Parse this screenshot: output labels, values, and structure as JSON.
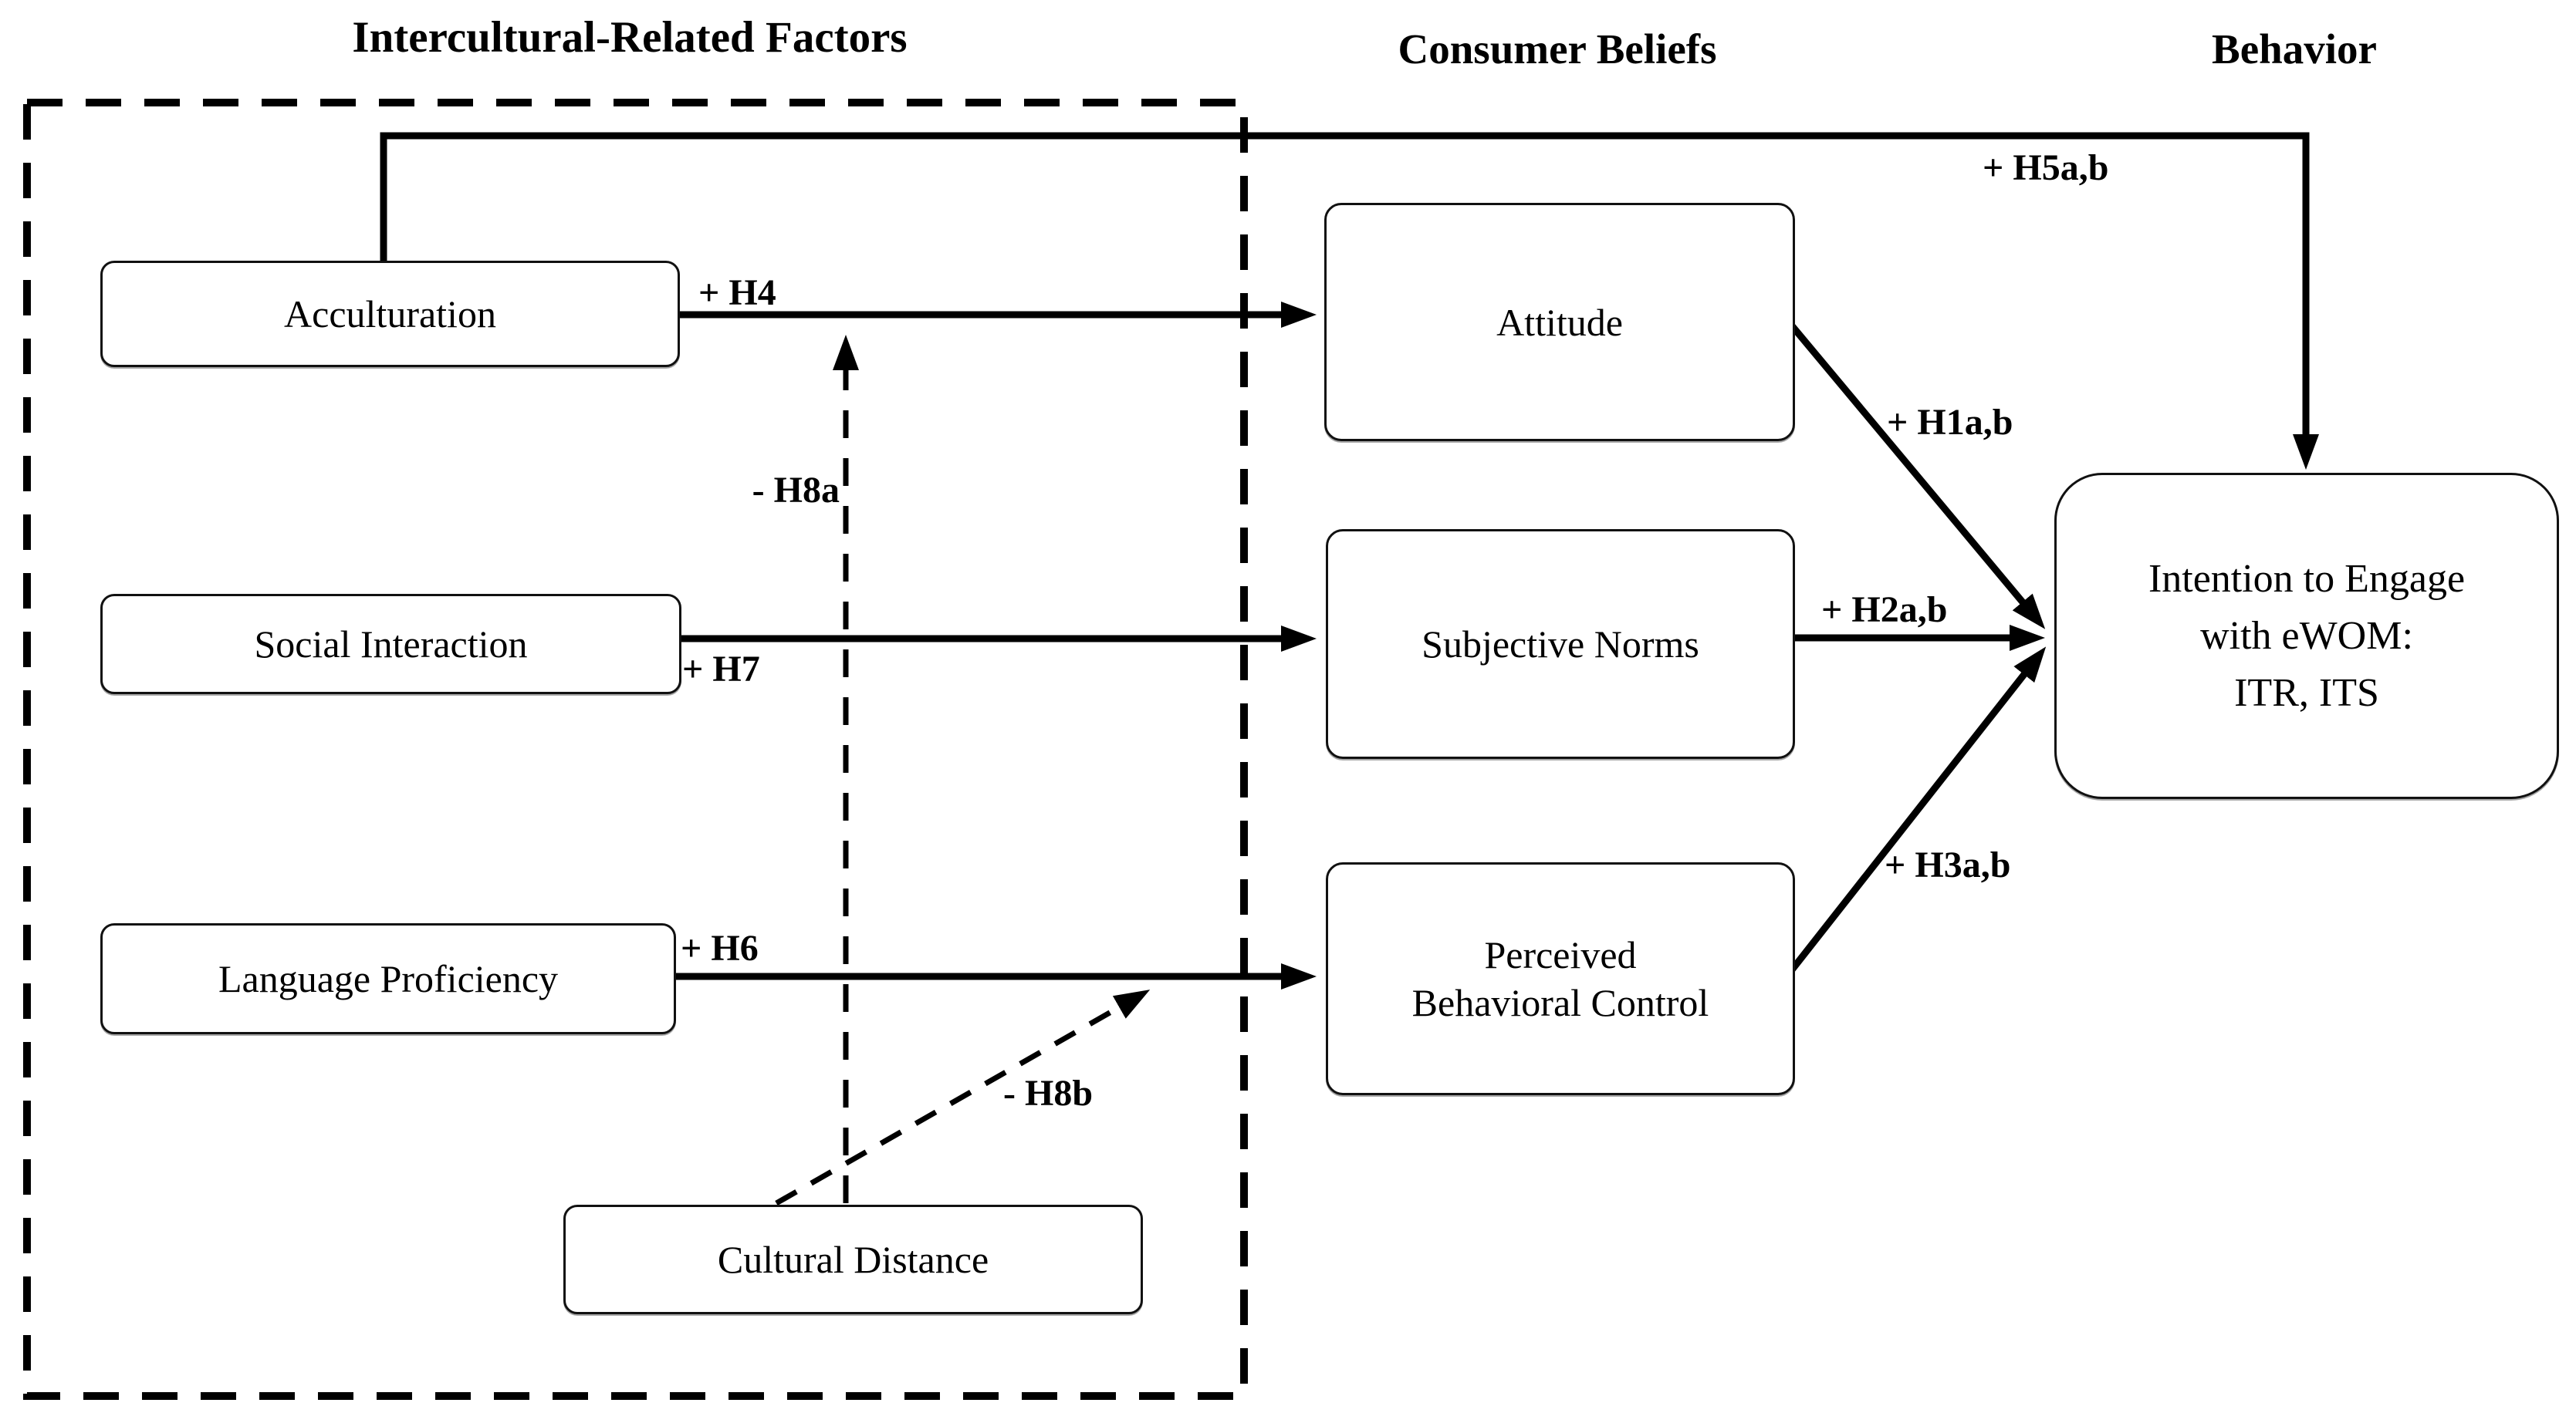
{
  "headers": {
    "intercultural": "Intercultural-Related Factors",
    "consumer_beliefs": "Consumer Beliefs",
    "behavior": "Behavior"
  },
  "nodes": {
    "acculturation": {
      "label": "Acculturation"
    },
    "social_interaction": {
      "label": "Social Interaction"
    },
    "language_proficiency": {
      "label": "Language Proficiency"
    },
    "cultural_distance": {
      "label": "Cultural Distance"
    },
    "attitude": {
      "label": "Attitude"
    },
    "subjective_norms": {
      "label": "Subjective Norms"
    },
    "perceived_behavioral_control": {
      "line1": "Perceived",
      "line2": "Behavioral Control"
    },
    "intention": {
      "line1": "Intention to Engage",
      "line2": "with eWOM:",
      "line3": "ITR, ITS"
    }
  },
  "edges": {
    "h4": {
      "label": "+ H4",
      "from": "Acculturation",
      "to": "Attitude",
      "style": "solid"
    },
    "h7": {
      "label": "+ H7",
      "from": "Social Interaction",
      "to": "Subjective Norms",
      "style": "solid"
    },
    "h6": {
      "label": "+ H6",
      "from": "Language Proficiency",
      "to": "Perceived Behavioral Control",
      "style": "solid"
    },
    "h5": {
      "label": "+ H5a,b",
      "from": "Acculturation",
      "to": "Intention to Engage with eWOM: ITR, ITS",
      "style": "solid"
    },
    "h1": {
      "label": "+ H1a,b",
      "from": "Attitude",
      "to": "Intention to Engage with eWOM: ITR, ITS",
      "style": "solid"
    },
    "h2": {
      "label": "+ H2a,b",
      "from": "Subjective Norms",
      "to": "Intention to Engage with eWOM: ITR, ITS",
      "style": "solid"
    },
    "h3": {
      "label": "+ H3a,b",
      "from": "Perceived Behavioral Control",
      "to": "Intention to Engage with eWOM: ITR, ITS",
      "style": "solid"
    },
    "h8a": {
      "label": "- H8a",
      "from": "Cultural Distance",
      "to": "Acculturation-Attitude path",
      "style": "dashed"
    },
    "h8b": {
      "label": "- H8b",
      "from": "Cultural Distance",
      "to": "Language Proficiency-Perceived Behavioral Control path",
      "style": "dashed"
    }
  },
  "colors": {
    "line": "#000000",
    "text": "#000000",
    "background": "#ffffff",
    "box_border": "#111111"
  }
}
